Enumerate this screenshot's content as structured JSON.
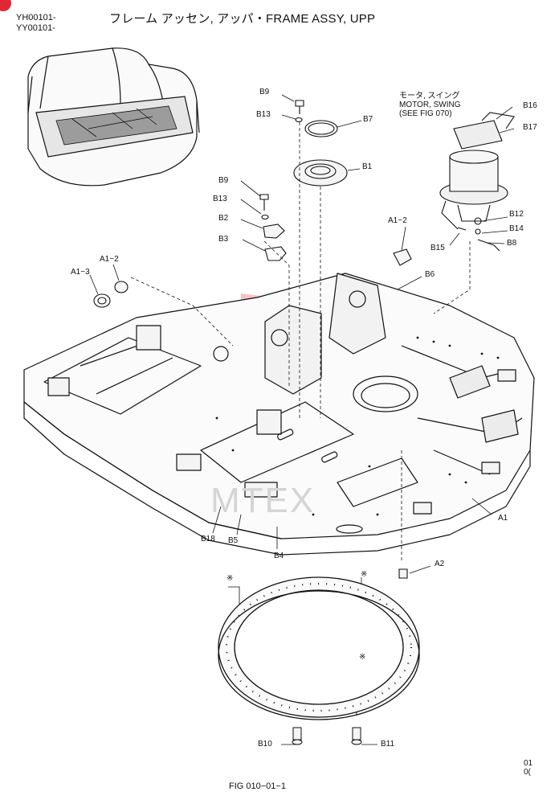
{
  "header": {
    "model_line_1": "YH00101-",
    "model_line_2": "YY00101-",
    "title": "フレーム アッセン, アッパ・FRAME ASSY, UPP"
  },
  "motor_note": {
    "line1": "モータ, スイング",
    "line2": "MOTOR, SWING",
    "line3": "(SEE FIG 070)"
  },
  "callouts": {
    "B9_top": "B9",
    "B13_top": "B13",
    "B7": "B7",
    "B1": "B1",
    "B16": "B16",
    "B17": "B17",
    "B9_mid": "B9",
    "B13_mid": "B13",
    "B2": "B2",
    "B3": "B3",
    "B12": "B12",
    "B14": "B14",
    "B8": "B8",
    "B15": "B15",
    "A1_2_right": "A1−2",
    "A1_2_left": "A1−2",
    "A1_3": "A1−3",
    "B6": "B6",
    "A1": "A1",
    "A2": "A2",
    "B18": "B18",
    "B5": "B5",
    "B4": "B4",
    "B10": "B10",
    "B11": "B11",
    "mark1": "※",
    "mark2": "※",
    "mark3": "※"
  },
  "corner_code_1": "01",
  "corner_code_2": "0(",
  "figure_label": "FIG 010−01−1",
  "watermark": "MTEX"
}
